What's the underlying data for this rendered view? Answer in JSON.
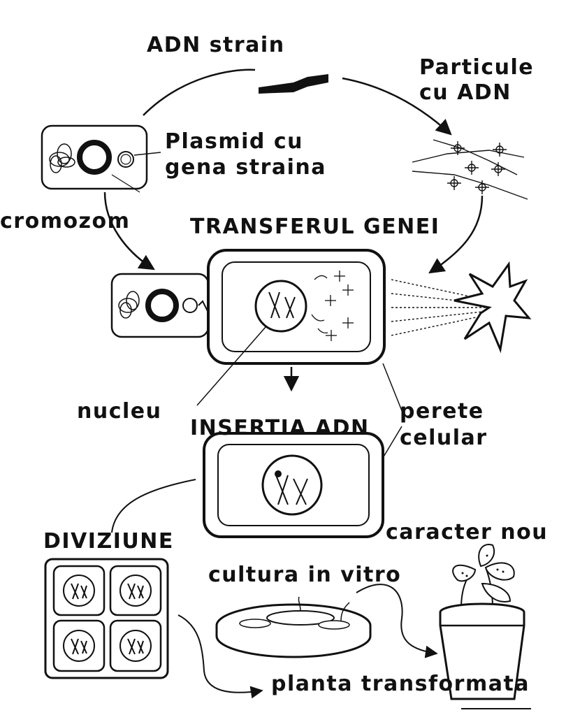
{
  "labels": {
    "adn_strain": "ADN strain",
    "particule_l1": "Particule",
    "particule_l2": "cu ADN",
    "plasmid_l1": "Plasmid cu",
    "plasmid_l2": "gena straina",
    "cromozom": "cromozom",
    "transferul_genei": "TRANSFERUL GENEI",
    "nucleu": "nucleu",
    "insertia_adn": "INSERTIA ADN",
    "perete_l1": "perete",
    "perete_l2": "celular",
    "diviziune": "DIVIZIUNE",
    "caracter_nou": "caracter nou",
    "cultura_in_vitro": "cultura in vitro",
    "planta_transformata": "planta transformata"
  },
  "colors": {
    "ink": "#111111",
    "paper": "#ffffff"
  }
}
